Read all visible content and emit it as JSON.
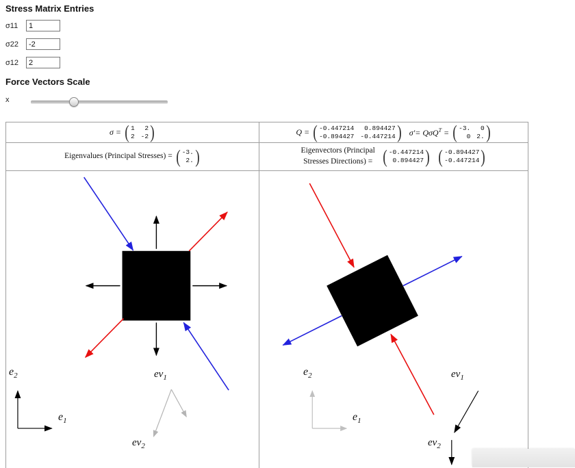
{
  "controls": {
    "stress_title": "Stress Matrix Entries",
    "fields": [
      {
        "label": "σ11",
        "value": "1"
      },
      {
        "label": "σ22",
        "value": "-2"
      },
      {
        "label": "σ12",
        "value": "2"
      }
    ],
    "scale_title": "Force Vectors Scale",
    "slider": {
      "label": "x",
      "value_percent": 31
    }
  },
  "results": {
    "sigma": {
      "label": "σ =",
      "rows": [
        [
          "1",
          "2"
        ],
        [
          "2",
          "-2"
        ]
      ]
    },
    "q": {
      "label": "Q =",
      "rows": [
        [
          "-0.447214",
          "0.894427"
        ],
        [
          "-0.894427",
          "-0.447214"
        ]
      ]
    },
    "sigma_prime": {
      "label_pre": "σ′= QσQ",
      "label_sup": "T",
      "label_post": " =",
      "rows": [
        [
          "-3.",
          "0"
        ],
        [
          "0",
          "2."
        ]
      ]
    },
    "eigenvalues": {
      "label": "Eigenvalues (Principal Stresses) =",
      "values": [
        "-3.",
        "2."
      ]
    },
    "eigenvectors": {
      "label_line1": "Eigenvectors (Principal",
      "label_line2": "Stresses Directions) =",
      "v1": [
        "-0.447214",
        "0.894427"
      ],
      "v2": [
        "-0.894427",
        "-0.447214"
      ]
    }
  },
  "axes": {
    "e1": {
      "base": "e",
      "sub": "1"
    },
    "e2": {
      "base": "e",
      "sub": "2"
    },
    "ev1": {
      "base": "ev",
      "sub": "1"
    },
    "ev2": {
      "base": "ev",
      "sub": "2"
    }
  },
  "glyphs": {
    "paren_open": "(",
    "paren_close": ")"
  },
  "colors": {
    "black": "#000000",
    "blue": "#2222dd",
    "red": "#e81010",
    "gray": "#b4b4b4",
    "axis_gray": "#c0c0c0"
  }
}
